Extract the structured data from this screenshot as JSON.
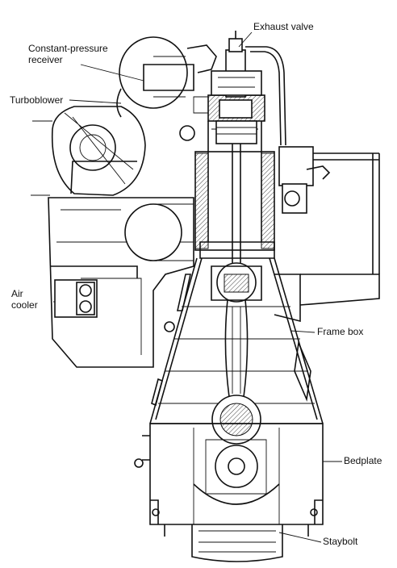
{
  "labels": {
    "exhaust_valve": "Exhaust valve",
    "receiver_line1": "Constant-pressure",
    "receiver_line2": "receiver",
    "turboblower": "Turboblower",
    "air_cooler_line1": "Air",
    "air_cooler_line2": "cooler",
    "frame_box": "Frame box",
    "bedplate": "Bedplate",
    "staybolt": "Staybolt"
  }
}
